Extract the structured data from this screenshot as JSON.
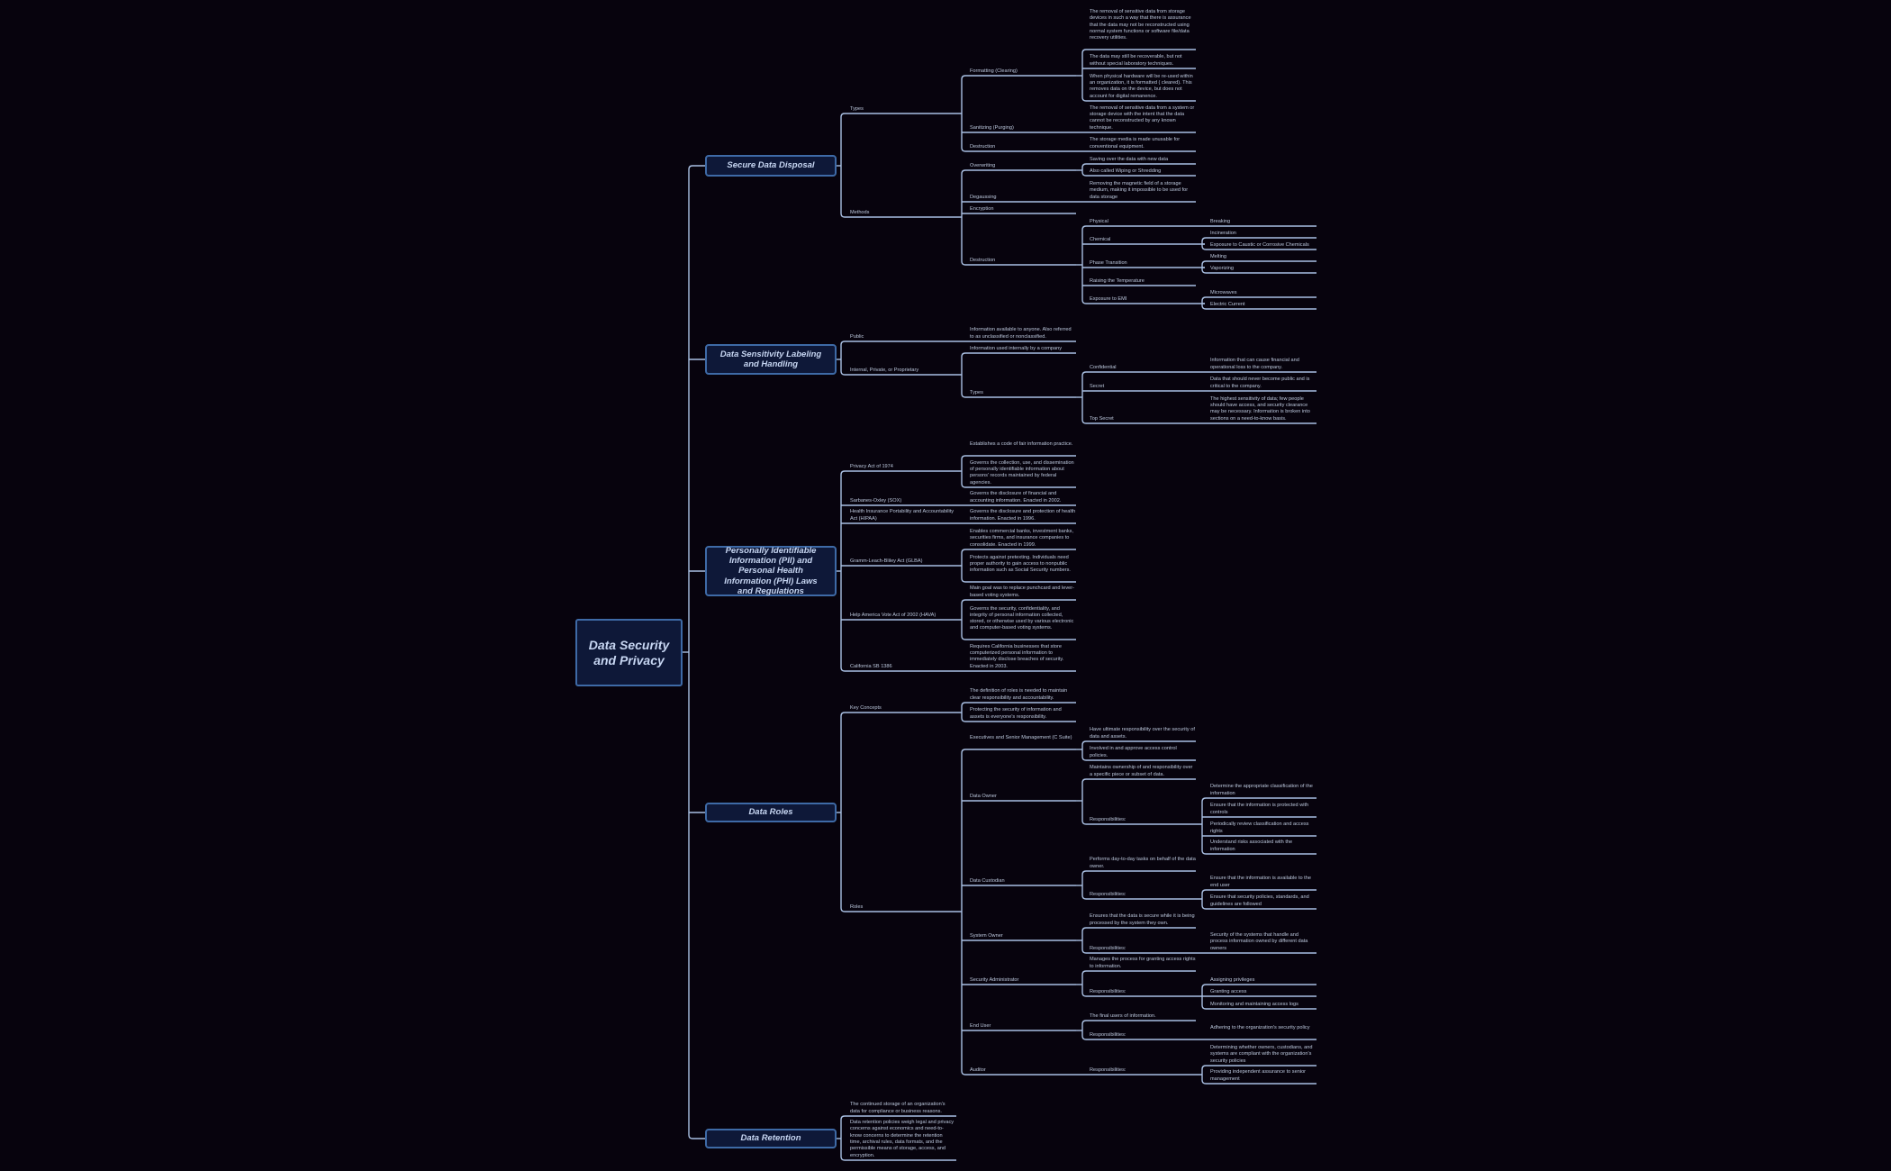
{
  "root": {
    "label": "Data Security and Privacy"
  },
  "branches": [
    {
      "label": "Secure Data Disposal"
    },
    {
      "label": "Data Sensitivity Labeling and Handling"
    },
    {
      "label": "Personally Identifiable Information (PII) and Personal Health Information (PHI) Laws and Regulations"
    },
    {
      "label": "Data Roles"
    },
    {
      "label": "Data Retention"
    }
  ],
  "secure_data_disposal": {
    "types": {
      "label": "Types",
      "formatting": {
        "label": "Formatting (Clearing)",
        "notes": [
          "The removal of sensitive data from storage devices in such a way that there is assurance that the data may not be reconstructed using normal system functions or software file/data recovery utilities.",
          "The data may still be recoverable, but not without special laboratory techniques.",
          "When physical hardware will be re-used within an organization, it is formatted ( cleared). This removes data on the device, but does not account for digital remanence."
        ]
      },
      "sanitizing": {
        "label": "Sanitizing (Purging)",
        "note": "The removal of sensitive data from a system or storage device with the intent that the data cannot be reconstructed by any known technique."
      },
      "destruction": {
        "label": "Destruction",
        "note": "The storage media is made unusable for conventional equipment."
      }
    },
    "methods": {
      "label": "Methods",
      "overwriting": {
        "label": "Overwriting",
        "notes": [
          "Saving over the data with new data",
          "Also called Wiping or Shredding"
        ]
      },
      "degaussing": {
        "label": "Degaussing",
        "note": "Removing the magnetic field of a storage medium, making it impossible to be used for data storage"
      },
      "encryption": {
        "label": "Encryption"
      },
      "destruction": {
        "label": "Destruction",
        "physical": {
          "label": "Physical",
          "items": [
            "Breaking"
          ]
        },
        "chemical": {
          "label": "Chemical",
          "items": [
            "Incineration",
            "Exposure to Caustic or Corrosive Chemicals"
          ]
        },
        "phase": {
          "label": "Phase Transition",
          "items": [
            "Melting",
            "Vaporizing"
          ]
        },
        "raising": {
          "label": "Raising the Temperature"
        },
        "emi": {
          "label": "Exposure to EMI",
          "items": [
            "Microwaves",
            "Electric Current"
          ]
        }
      }
    }
  },
  "sensitivity": {
    "public": {
      "label": "Public",
      "note": "Information available to anyone. Also referred to as unclassified or nonclassified."
    },
    "internal": {
      "label": "Internal, Private, or Proprietary",
      "note": "Information used internally by a company",
      "types": {
        "label": "Types",
        "confidential": {
          "label": "Confidential",
          "note": "Information that can cause financial and operational loss to the company."
        },
        "secret": {
          "label": "Secret",
          "note": "Data that should never become public and is critical to the company."
        },
        "top_secret": {
          "label": "Top Secret",
          "note": "The highest sensitivity of data; few people should have access, and security clearance may be necessary. Information is broken into sections on a need-to-know basis."
        }
      }
    }
  },
  "laws": {
    "privacy_act": {
      "label": "Privacy Act of 1974",
      "notes": [
        "Establishes a code of fair information practice.",
        "Governs the collection, use, and dissemination of personally identifiable information about persons' records maintained by federal agencies."
      ]
    },
    "sox": {
      "label": "Sarbanes-Oxley (SOX)",
      "note": "Governs the disclosure of financial and accounting information. Enacted in 2002."
    },
    "hipaa": {
      "label": "Health Insurance Portability and Accountability Act (HIPAA)",
      "note": "Governs the disclosure and protection of health information. Enacted in 1996."
    },
    "glba": {
      "label": "Gramm-Leach-Bliley Act (GLBA)",
      "notes": [
        "Enables commercial banks, investment banks, securities firms, and insurance companies to consolidate. Enacted in 1999.",
        "Protects against pretexting. Individuals need proper authority to gain access to nonpublic information such as Social Security numbers."
      ]
    },
    "hava": {
      "label": "Help America Vote Act of 2002 (HAVA)",
      "notes": [
        "Main goal was to replace punchcard and lever-based voting systems.",
        "Governs the security, confidentiality, and integrity of personal information collected, stored, or otherwise used by various electronic and computer-based voting systems."
      ]
    },
    "sb1386": {
      "label": "California SB 1386",
      "note": "Requires California businesses that store computerized personal information to immediately disclose breaches of security. Enacted in 2003."
    }
  },
  "roles": {
    "key_concepts": {
      "label": "Key Concepts",
      "notes": [
        "The definition of roles is needed to maintain clear responsibility and accountability.",
        " Protecting the security of information and assets is everyone's responsibility."
      ]
    },
    "roles_label": "Roles",
    "responsibilities_label": "Responsibilities:",
    "executives": {
      "label": "Executives and Senior Management (C Suite)",
      "notes": [
        "Have ultimate responsibility over the security of data and assets.",
        "Involved in and approve access control policies."
      ]
    },
    "owner": {
      "label": "Data Owner",
      "note": "Maintains ownership of and responsibility over a specific piece or subset of data.",
      "resp": [
        "Determine the appropriate classification of the information",
        "Ensure that the information is protected with controls",
        "Periodically review classification and access rights",
        "Understand risks associated with the information"
      ]
    },
    "custodian": {
      "label": "Data Custodian",
      "note": "Performs day-to-day tasks on behalf of the data owner.",
      "resp": [
        "Ensure that the information is available to the end user",
        "Ensure that security policies, standards, and guidelines are followed"
      ]
    },
    "system_owner": {
      "label": "System Owner",
      "note": "Ensures that the data is secure while it is being processed by the system they own.",
      "resp": [
        "Security of the systems that handle and process information owned by different data owners"
      ]
    },
    "sec_admin": {
      "label": "Security Administrator",
      "note": "Manages the process for granting access rights to information.",
      "resp": [
        "Assigning privileges",
        "Granting access",
        "Monitoring and maintaining access logs"
      ]
    },
    "end_user": {
      "label": "End User",
      "note": "The final users of information.",
      "resp": [
        "Adhering to the organization's security policy"
      ]
    },
    "auditor": {
      "label": "Auditor",
      "resp": [
        "Determining whether owners, custodians, and systems are compliant with the organization's security policies",
        "Providing independent assurance to senior management"
      ]
    }
  },
  "retention": {
    "notes": [
      "The continued storage of an organization's data for compliance or business reasons.",
      "Data retention policies weigh legal and privacy concerns against economics and need-to-know concerns to determine the retention time, archival rules, data formats, and the permissible means of storage, access, and encryption."
    ]
  }
}
